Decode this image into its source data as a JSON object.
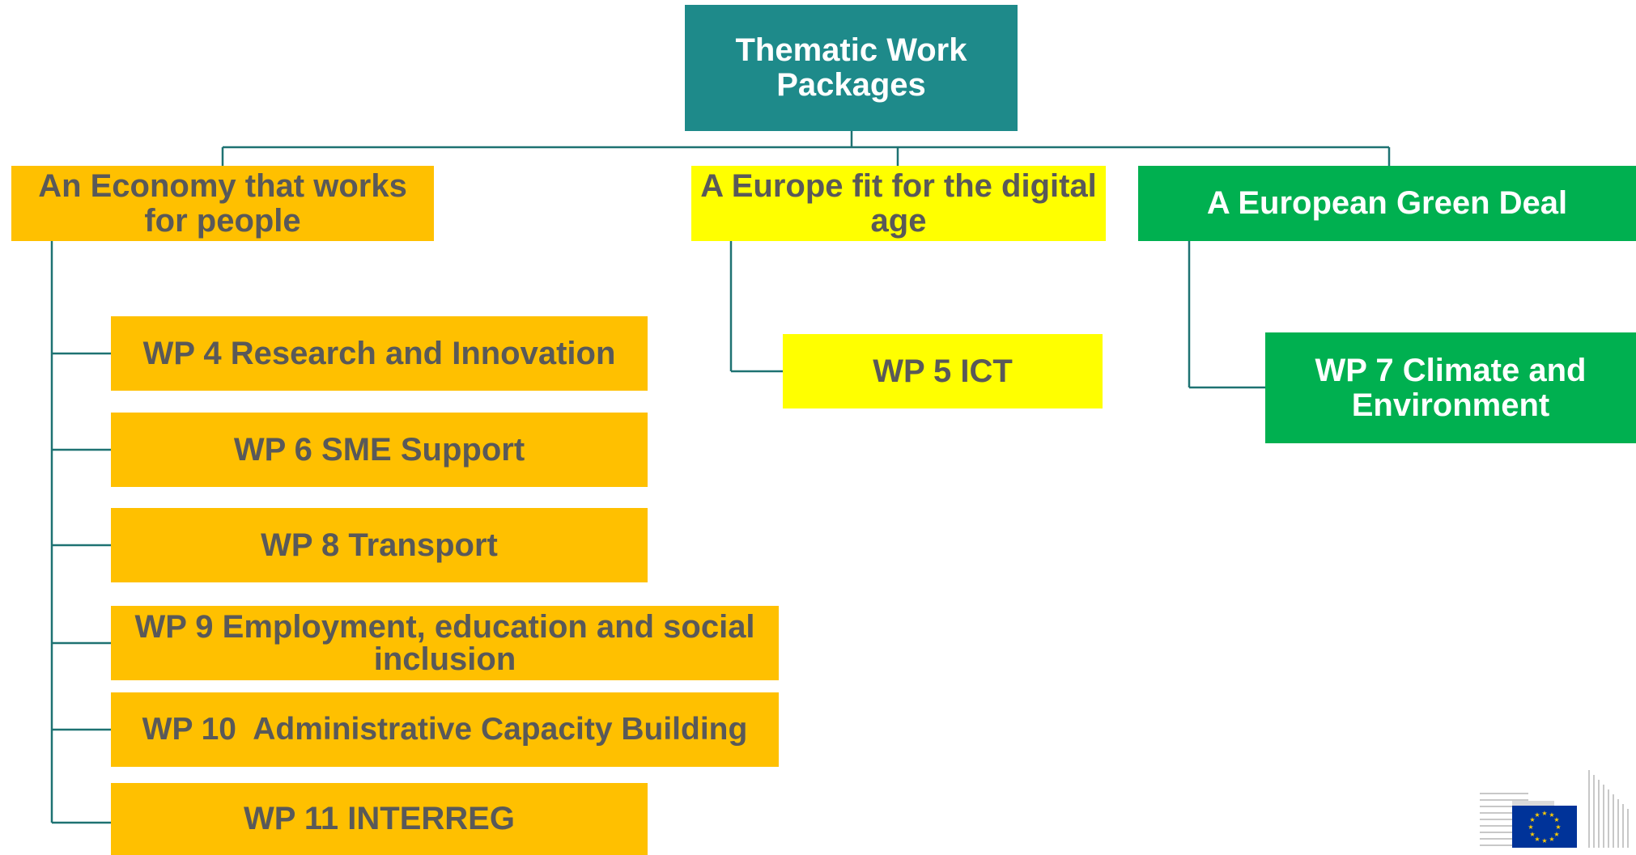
{
  "root": {
    "label": "Thematic Work Packages"
  },
  "pillars": [
    {
      "label": "An Economy that works for people",
      "work_packages": [
        {
          "label": "WP 4 Research and Innovation"
        },
        {
          "label": "WP 6 SME Support"
        },
        {
          "label": "WP 8 Transport"
        },
        {
          "label": "WP 9 Employment, education and social inclusion"
        },
        {
          "label": "WP 10  Administrative Capacity Building"
        },
        {
          "label": "WP 11 INTERREG"
        }
      ]
    },
    {
      "label": "A Europe fit for the digital age",
      "work_packages": [
        {
          "label": "WP 5 ICT"
        }
      ]
    },
    {
      "label": "A European Green Deal",
      "work_packages": [
        {
          "label": "WP 7 Climate and Environment"
        }
      ]
    }
  ],
  "colors": {
    "root": "#1e8a8a",
    "economy": "#ffc000",
    "digital": "#ffff00",
    "green": "#00b050",
    "connector": "#1e7272",
    "text_dark": "#595959",
    "eu_blue": "#003399",
    "eu_gold": "#ffcc00"
  }
}
